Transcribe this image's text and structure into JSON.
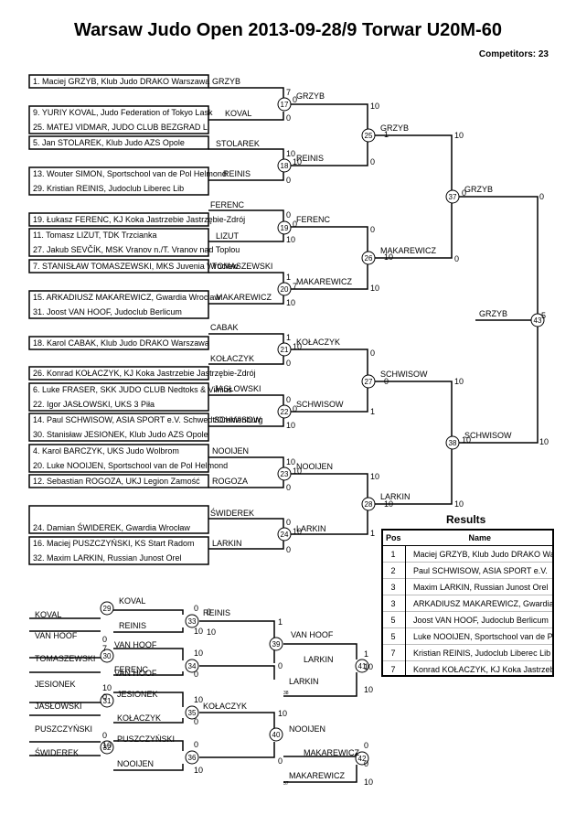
{
  "header": {
    "title": "Warsaw Judo Open  2013-09-28/9  Torwar    U20M-60",
    "competitors": "Competitors: 23"
  },
  "entries": [
    {
      "text": "1. Maciej GRZYB, Klub Judo DRAKO Warszawa"
    },
    {
      "text": "9. YURIY KOVAL, Judo Federation of Tokyo Lask"
    },
    {
      "text": "25. MATEJ VIDMAR, JUDO CLUB BEZGRAD L"
    },
    {
      "text": "5. Jan STOLAREK, Klub Judo AZS Opole"
    },
    {
      "text": "13. Wouter SIMON, Sportschool van de Pol Helmond"
    },
    {
      "text": "29. Kristian REINIS, Judoclub Liberec Lib"
    },
    {
      "text": "19. Łukasz FERENC, KJ Koka Jastrzebie Jastrzębie-Zdrój"
    },
    {
      "text": "11. Tomasz LIZUT, TDK Trzcianka"
    },
    {
      "text": "27. Jakub SEVČÍK, MSK Vranov n./T.  Vranov nad Toplou"
    },
    {
      "text": "7. STANISŁAW TOMASZEWSKI, MKS Juvenia Wroclaw"
    },
    {
      "text": "15. ARKADIUSZ MAKAREWICZ, Gwardia Wroclaw"
    },
    {
      "text": "31. Joost VAN HOOF, Judoclub Berlicum"
    },
    {
      "text": "18. Karol CABAK, Klub Judo DRAKO Warszawa"
    },
    {
      "text": "26. Konrad KOŁACZYK, KJ Koka Jastrzebie Jastrzębie-Zdrój"
    },
    {
      "text": "6. Luke FRASER, SKK JUDO CLUB Nedtoks & Vilnius"
    },
    {
      "text": "22. Igor JASŁOWSKI, UKS  3 Piła"
    },
    {
      "text": "14. Paul SCHWISOW, ASIA SPORT e.V. Schwedt/Oranienburg"
    },
    {
      "text": "30. Stanisław JESIONEK, Klub Judo AZS Opole"
    },
    {
      "text": "4. Karol BARCZYK, UKS Judo  Wolbrom"
    },
    {
      "text": "20. Luke NOOIJEN, Sportschool van de Pol Helmond"
    },
    {
      "text": "12. Sebastian ROGOZA, UKJ Legion Zamość"
    },
    {
      "text": "24. Damian ŚWIDEREK, Gwardia Wrocław"
    },
    {
      "text": "16. Maciej PUSZCZYŃSKI, KS Start Radom"
    },
    {
      "text": "32. Maxim LARKIN, Russian Junost Orel"
    }
  ],
  "labels": [
    "GRZYB",
    "KOVAL",
    "STOLAREK",
    "REINIS",
    "FERENC",
    "LIZUT",
    "TOMASZEWSKI",
    "MAKAREWICZ",
    "CABAK",
    "KOŁACZYK",
    "JASŁOWSKI",
    "SCHWISOW",
    "NOOIJEN",
    "ROGOZA",
    "ŚWIDEREK",
    "LARKIN",
    "GRZYB",
    "REINIS",
    "FERENC",
    "MAKAREWICZ",
    "KOŁACZYK",
    "SCHWISOW",
    "NOOIJEN",
    "LARKIN",
    "GRZYB",
    "MAKAREWICZ",
    "SCHWISOW",
    "LARKIN",
    "GRZYB",
    "SCHWISOW",
    "GRZYB",
    "KOVAL",
    "REINIS",
    "VAN HOOF",
    "TOMASZEWSKI",
    "VAN HOOF",
    "FERENC",
    "JESIONEK",
    "JASŁOWSKI",
    "JESIONEK",
    "KOŁACZYK",
    "PUSZCZYŃSKI",
    "ŚWIDEREK",
    "PUSZCZYŃSKI",
    "NOOIJEN",
    "KOVAL",
    "REINIS",
    "VAN HOOF",
    "KOŁACZYK",
    "NOOIJEN",
    "VAN HOOF",
    "LARKIN",
    "LARKIN",
    "MAKAREWICZ",
    "MAKAREWICZ"
  ],
  "scores": [
    "7",
    "0",
    "10",
    "0",
    "10",
    "0",
    "0",
    "10",
    "0",
    "10",
    "1",
    "10",
    "1",
    "0",
    "0",
    "1",
    "0",
    "10",
    "10",
    "0",
    "0",
    "0",
    "10",
    "1",
    "10",
    "0",
    "10",
    "10",
    "0",
    "10",
    "0",
    "10",
    "10",
    "0",
    "10",
    "0",
    "0",
    "10",
    "1",
    "0",
    "10",
    "0",
    "1",
    "10",
    "0",
    "10",
    "0",
    "7",
    "10",
    "0",
    "0",
    "10",
    "10",
    "0",
    "5",
    "0",
    "10",
    "1",
    "10",
    "0",
    "10",
    "0",
    "10",
    "0",
    "7",
    "10",
    "0",
    "10",
    "10",
    "0",
    "10"
  ],
  "matches": [
    "17",
    "25",
    "18",
    "37",
    "19",
    "26",
    "20",
    "43",
    "21",
    "27",
    "22",
    "38",
    "23",
    "28",
    "24",
    "29",
    "33",
    "30",
    "39",
    "34",
    "41",
    "31",
    "35",
    "40",
    "32",
    "36",
    "42"
  ],
  "mini": [
    "38",
    "57"
  ],
  "results": {
    "title": "Results",
    "headers": [
      "Pos",
      "Name"
    ],
    "rows": [
      {
        "pos": "1",
        "name": "Maciej GRZYB, Klub Judo DRAKO Wa"
      },
      {
        "pos": "2",
        "name": "Paul SCHWISOW, ASIA SPORT e.V."
      },
      {
        "pos": "3",
        "name": "Maxim LARKIN, Russian Junost Orel"
      },
      {
        "pos": "3",
        "name": "ARKADIUSZ MAKAREWICZ, Gwardia"
      },
      {
        "pos": "5",
        "name": "Joost VAN HOOF, Judoclub Berlicum"
      },
      {
        "pos": "5",
        "name": "Luke NOOIJEN, Sportschool van de P"
      },
      {
        "pos": "7",
        "name": "Kristian REINIS, Judoclub Liberec Lib"
      },
      {
        "pos": "7",
        "name": "Konrad KOŁACZYK, KJ Koka Jastrzeb"
      }
    ]
  }
}
